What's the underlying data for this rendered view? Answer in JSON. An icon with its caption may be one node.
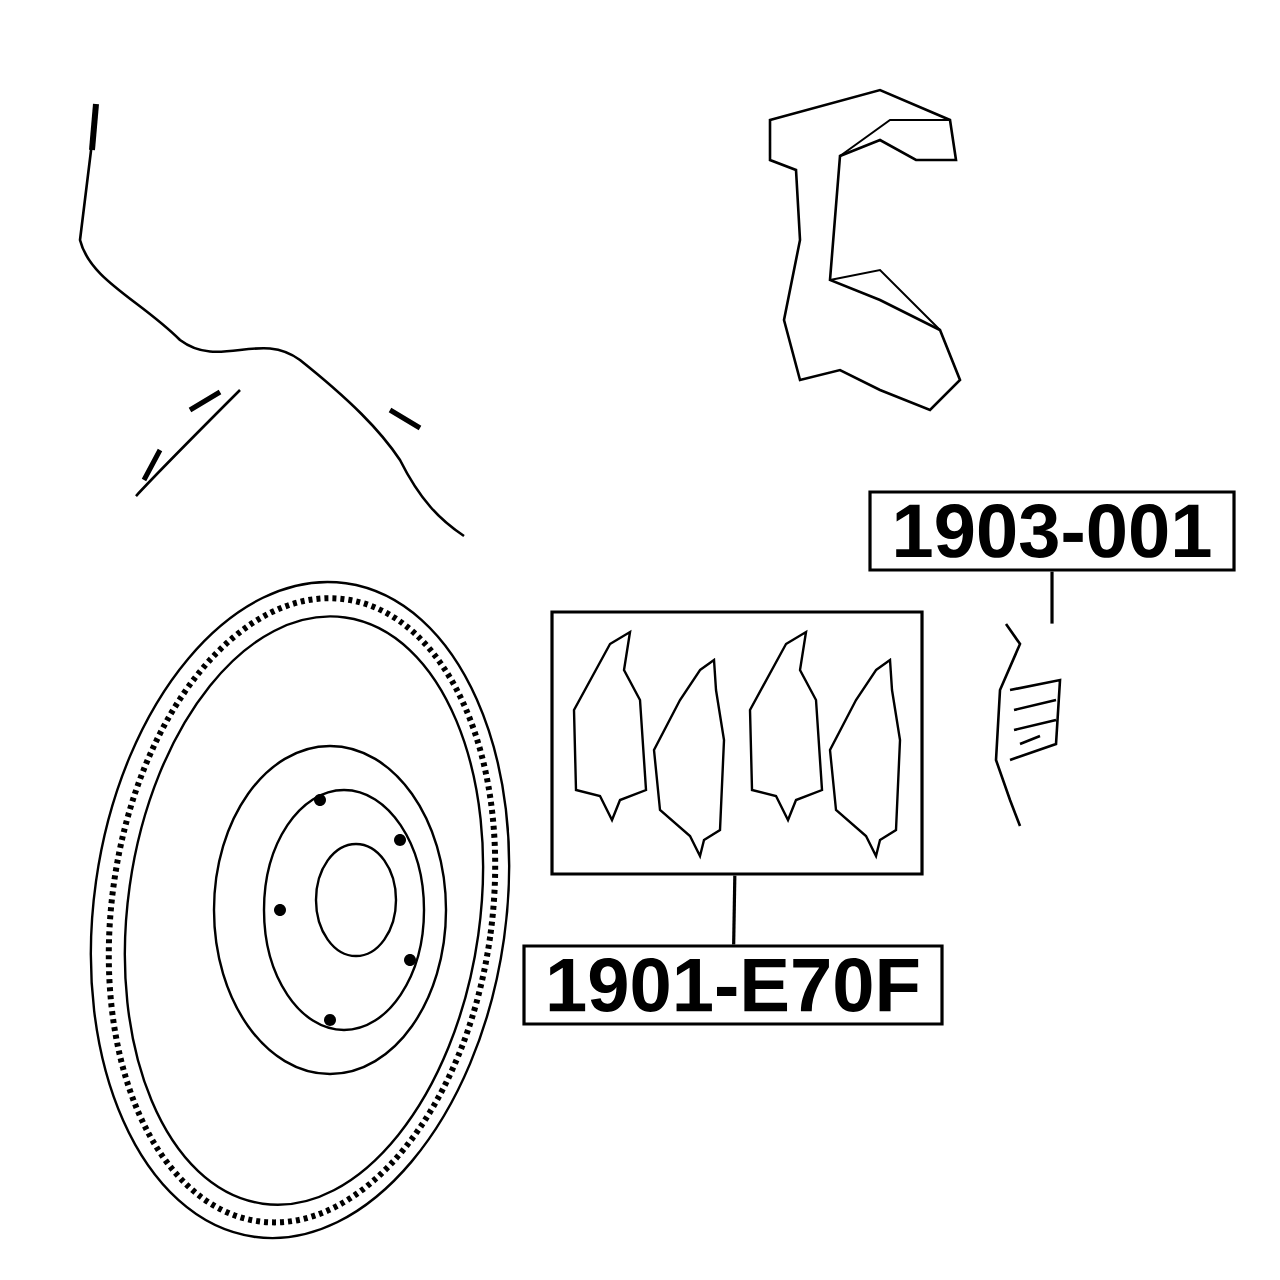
{
  "diagram": {
    "nodes": [
      {
        "text": [
          "1903-001"
        ]
      },
      {
        "text": [],
        "shape": "picture"
      },
      {
        "text": [
          "1901-E70F"
        ]
      },
      {
        "text": [],
        "shape": "box"
      }
    ],
    "edges": [
      {
        "from": 0,
        "to": 1,
        "arrow": "none"
      },
      {
        "from": 2,
        "to": 3,
        "arrow": "none"
      }
    ]
  }
}
